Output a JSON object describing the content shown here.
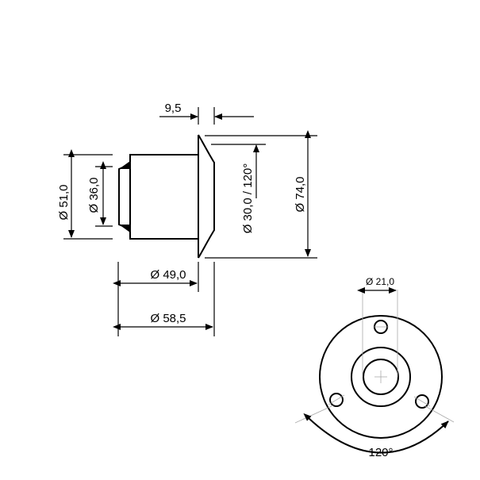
{
  "side_view": {
    "dim_flange_thickness": "9,5",
    "dim_body_diameter": "Ø 51,0",
    "dim_step_diameter": "Ø 36,0",
    "dim_bolt_circle": "Ø 30,0 / 120°",
    "dim_flange_diameter": "Ø 74,0",
    "dim_body_length": "Ø 49,0",
    "dim_total_length": "Ø 58,5"
  },
  "front_view": {
    "dim_bore_diameter": "Ø 21,0",
    "dim_hole_angle": "120°"
  }
}
